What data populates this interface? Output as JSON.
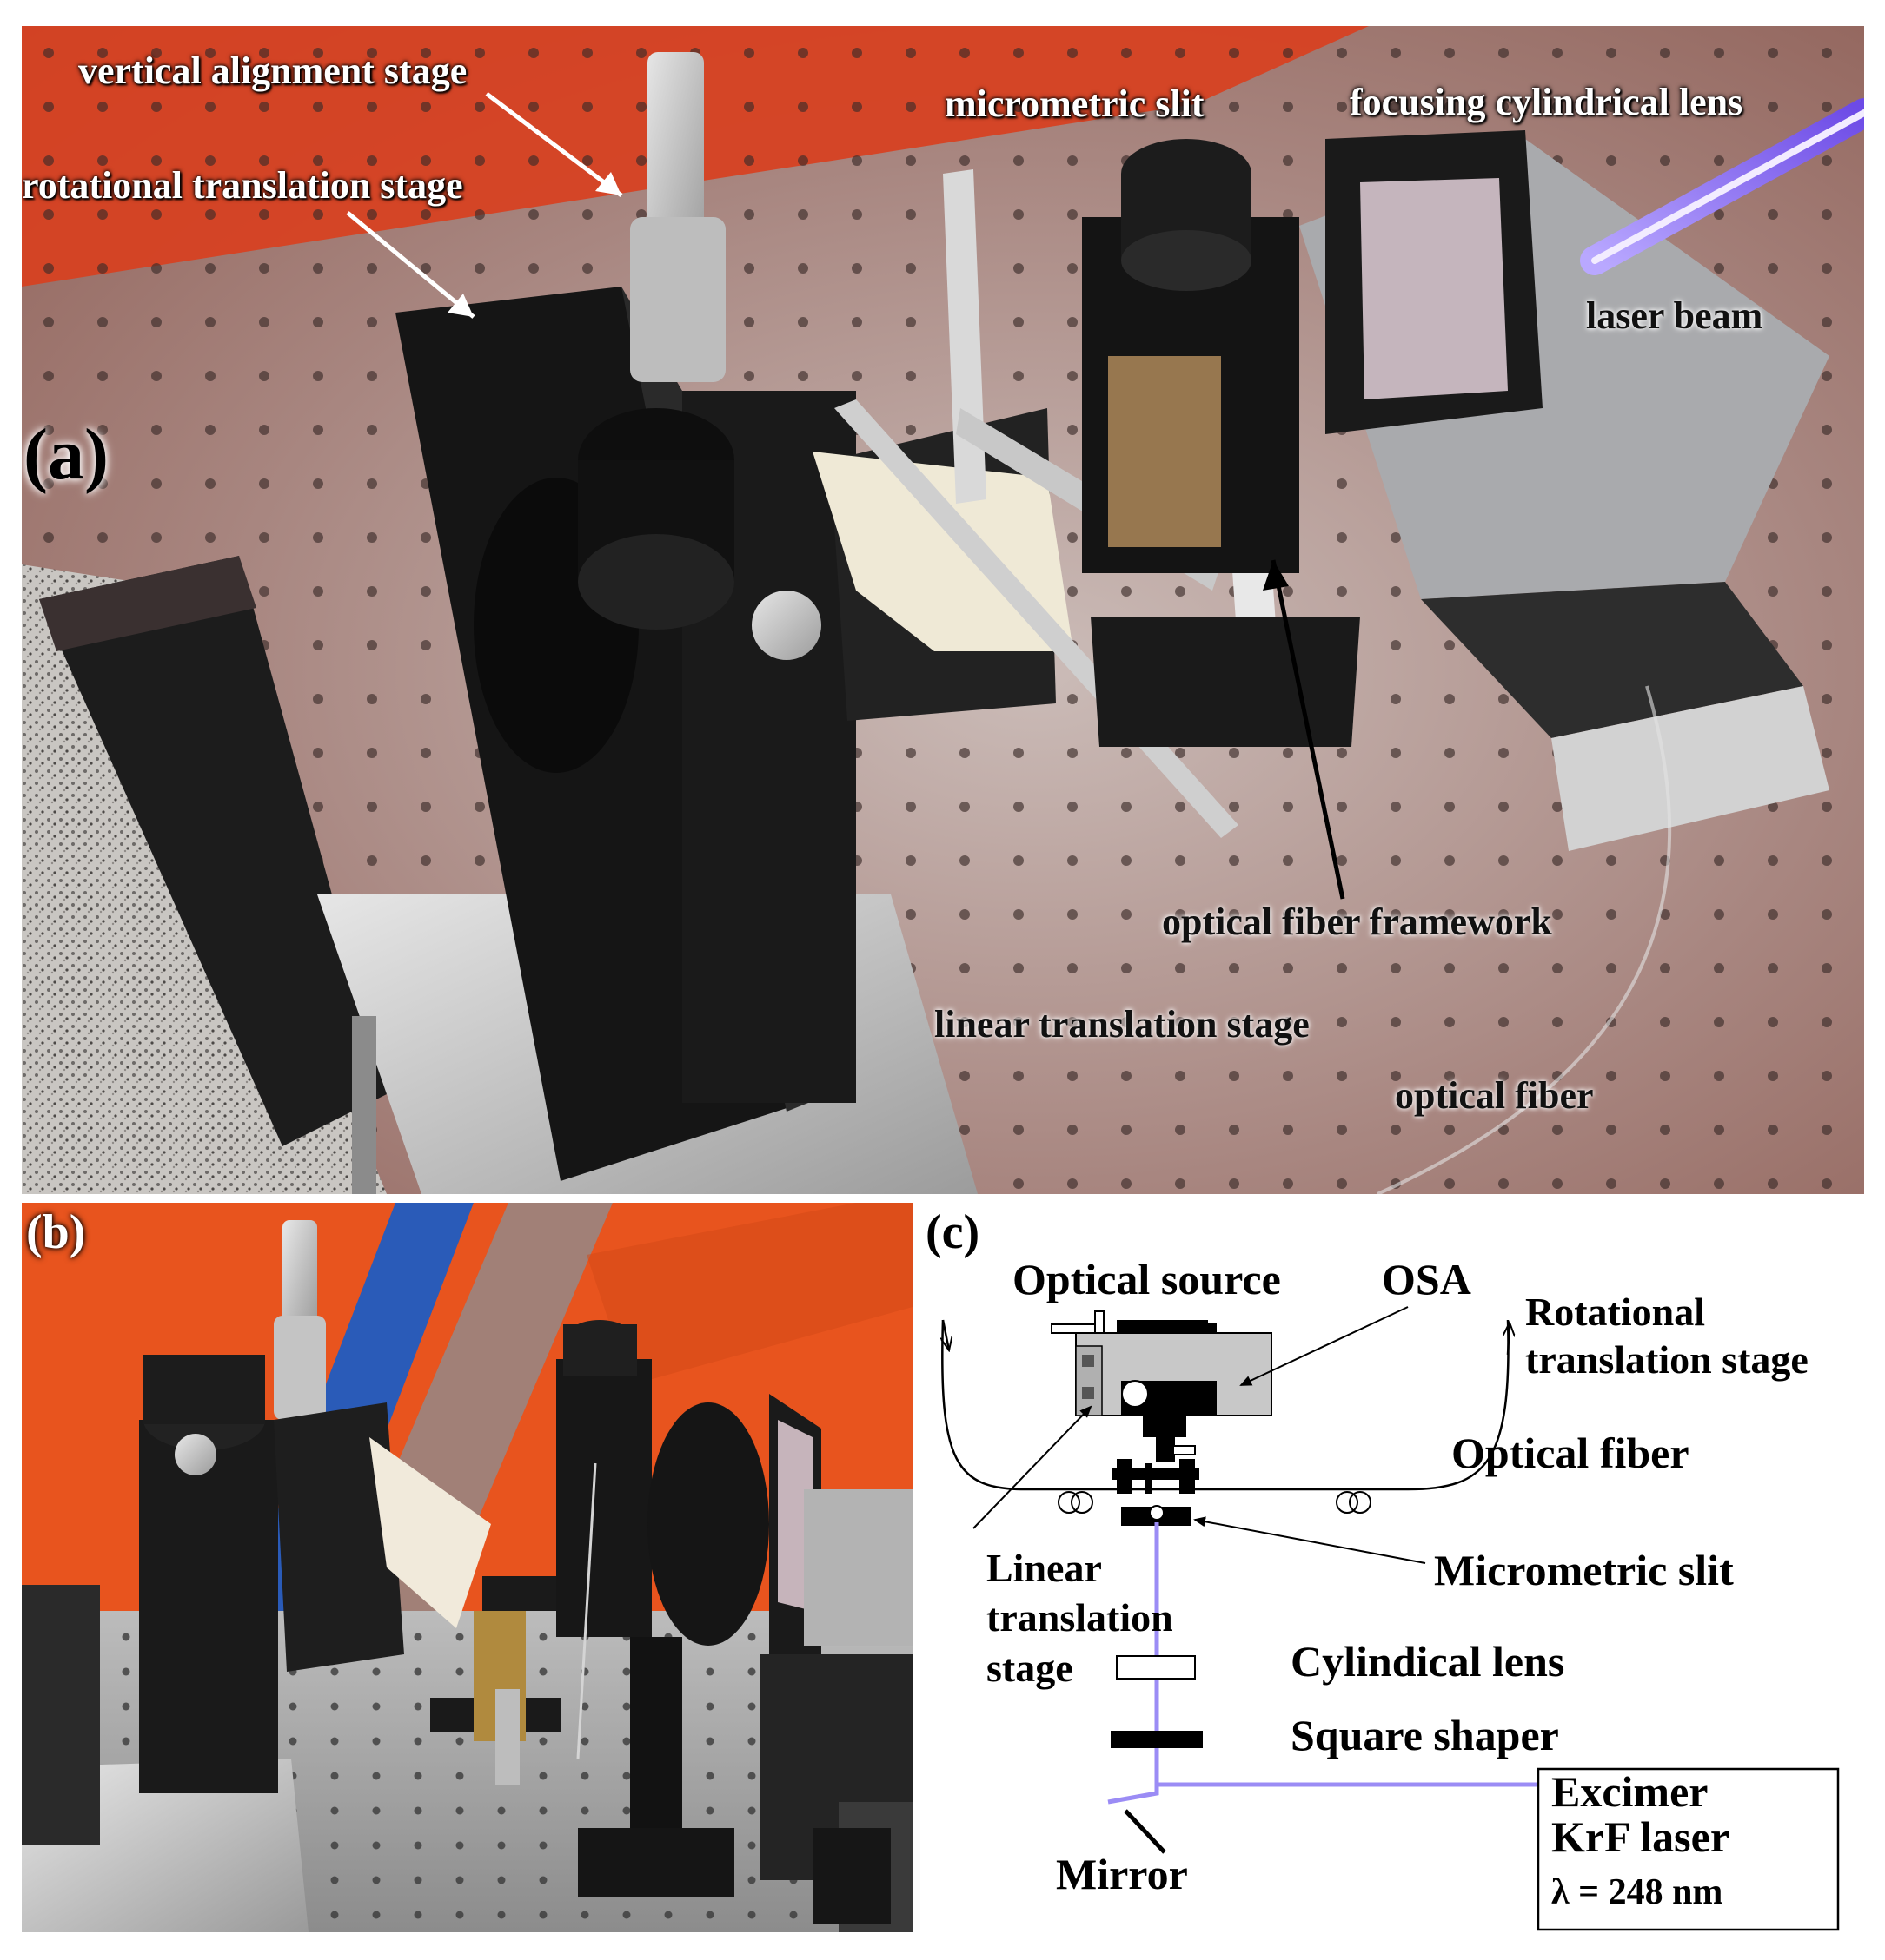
{
  "panels": {
    "a": {
      "tag": "(a)",
      "labels": {
        "vertical_alignment_stage": "vertical alignment stage",
        "rotational_translation_stage": "rotational translation stage",
        "micrometric_slit": "micrometric slit",
        "focusing_cylindrical_lens": "focusing cylindrical lens",
        "laser_beam": "laser beam",
        "optical_fiber_framework": "optical fiber framework",
        "linear_translation_stage": "linear translation stage",
        "optical_fiber": "optical fiber"
      }
    },
    "b": {
      "tag": "(b)"
    },
    "c": {
      "tag": "(c)",
      "labels": {
        "optical_source": "Optical source",
        "osa": "OSA",
        "rotational_1": "Rotational",
        "rotational_2": "translation stage",
        "optical_fiber": "Optical fiber",
        "linear_1": "Linear",
        "linear_2": "translation",
        "linear_3": "stage",
        "micrometric_slit": "Micrometric slit",
        "cylindrical_lens": "Cylindical lens",
        "square_shaper": "Square shaper",
        "mirror": "Mirror",
        "laser_1": "Excimer",
        "laser_2": "KrF laser",
        "laser_3": "λ = 248 nm"
      }
    }
  },
  "colors": {
    "laser_beam": "#8a6cf0",
    "laser_line": "#9b8cf5",
    "table_red": "#d8401f",
    "wall_orange": "#e8541e"
  }
}
